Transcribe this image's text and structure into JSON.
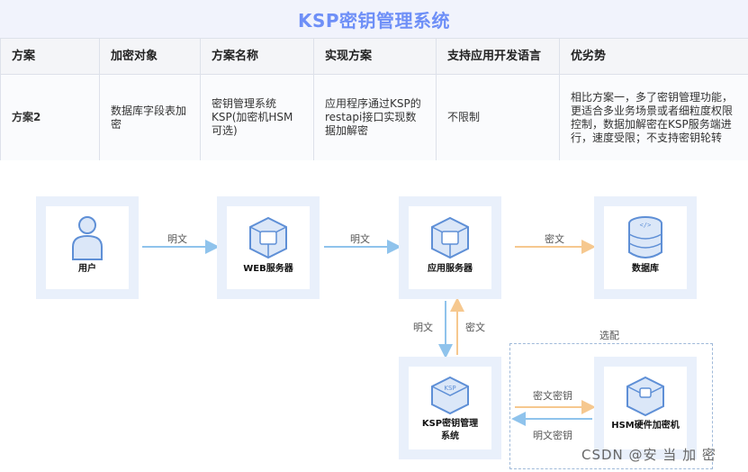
{
  "title": "KSP密钥管理系统",
  "table": {
    "headers": [
      "方案",
      "加密对象",
      "方案名称",
      "实现方案",
      "支持应用开发语言",
      "优劣势"
    ],
    "row": [
      "方案2",
      "数据库字段表加密",
      "密钥管理系统KSP(加密机HSM可选)",
      "应用程序通过KSP的restapi接口实现数据加解密",
      "不限制",
      "相比方案一，多了密钥管理功能，更适合多业务场景或者细粒度权限控制，数据加解密在KSP服务端进行，速度受限；不支持密钥轮转"
    ]
  },
  "diagram": {
    "nodes": {
      "user": "用户",
      "web": "WEB服务器",
      "app": "应用服务器",
      "db": "数据库",
      "ksp": "KSP密钥管理系统",
      "hsm": "HSM硬件加密机"
    },
    "edges": {
      "user_web": "明文",
      "web_app": "明文",
      "app_db": "密文",
      "app_ksp": "明文",
      "ksp_app": "密文",
      "ksp_hsm": "密文密钥",
      "hsm_ksp": "明文密钥"
    },
    "optional_label": "选配"
  },
  "watermark": "CSDN @安 当 加 密",
  "colors": {
    "title": "#6e8ff7",
    "arrow_blue": "#8fc3ec",
    "arrow_orange": "#f6c88f",
    "node_frame": "#e9f0fb"
  }
}
